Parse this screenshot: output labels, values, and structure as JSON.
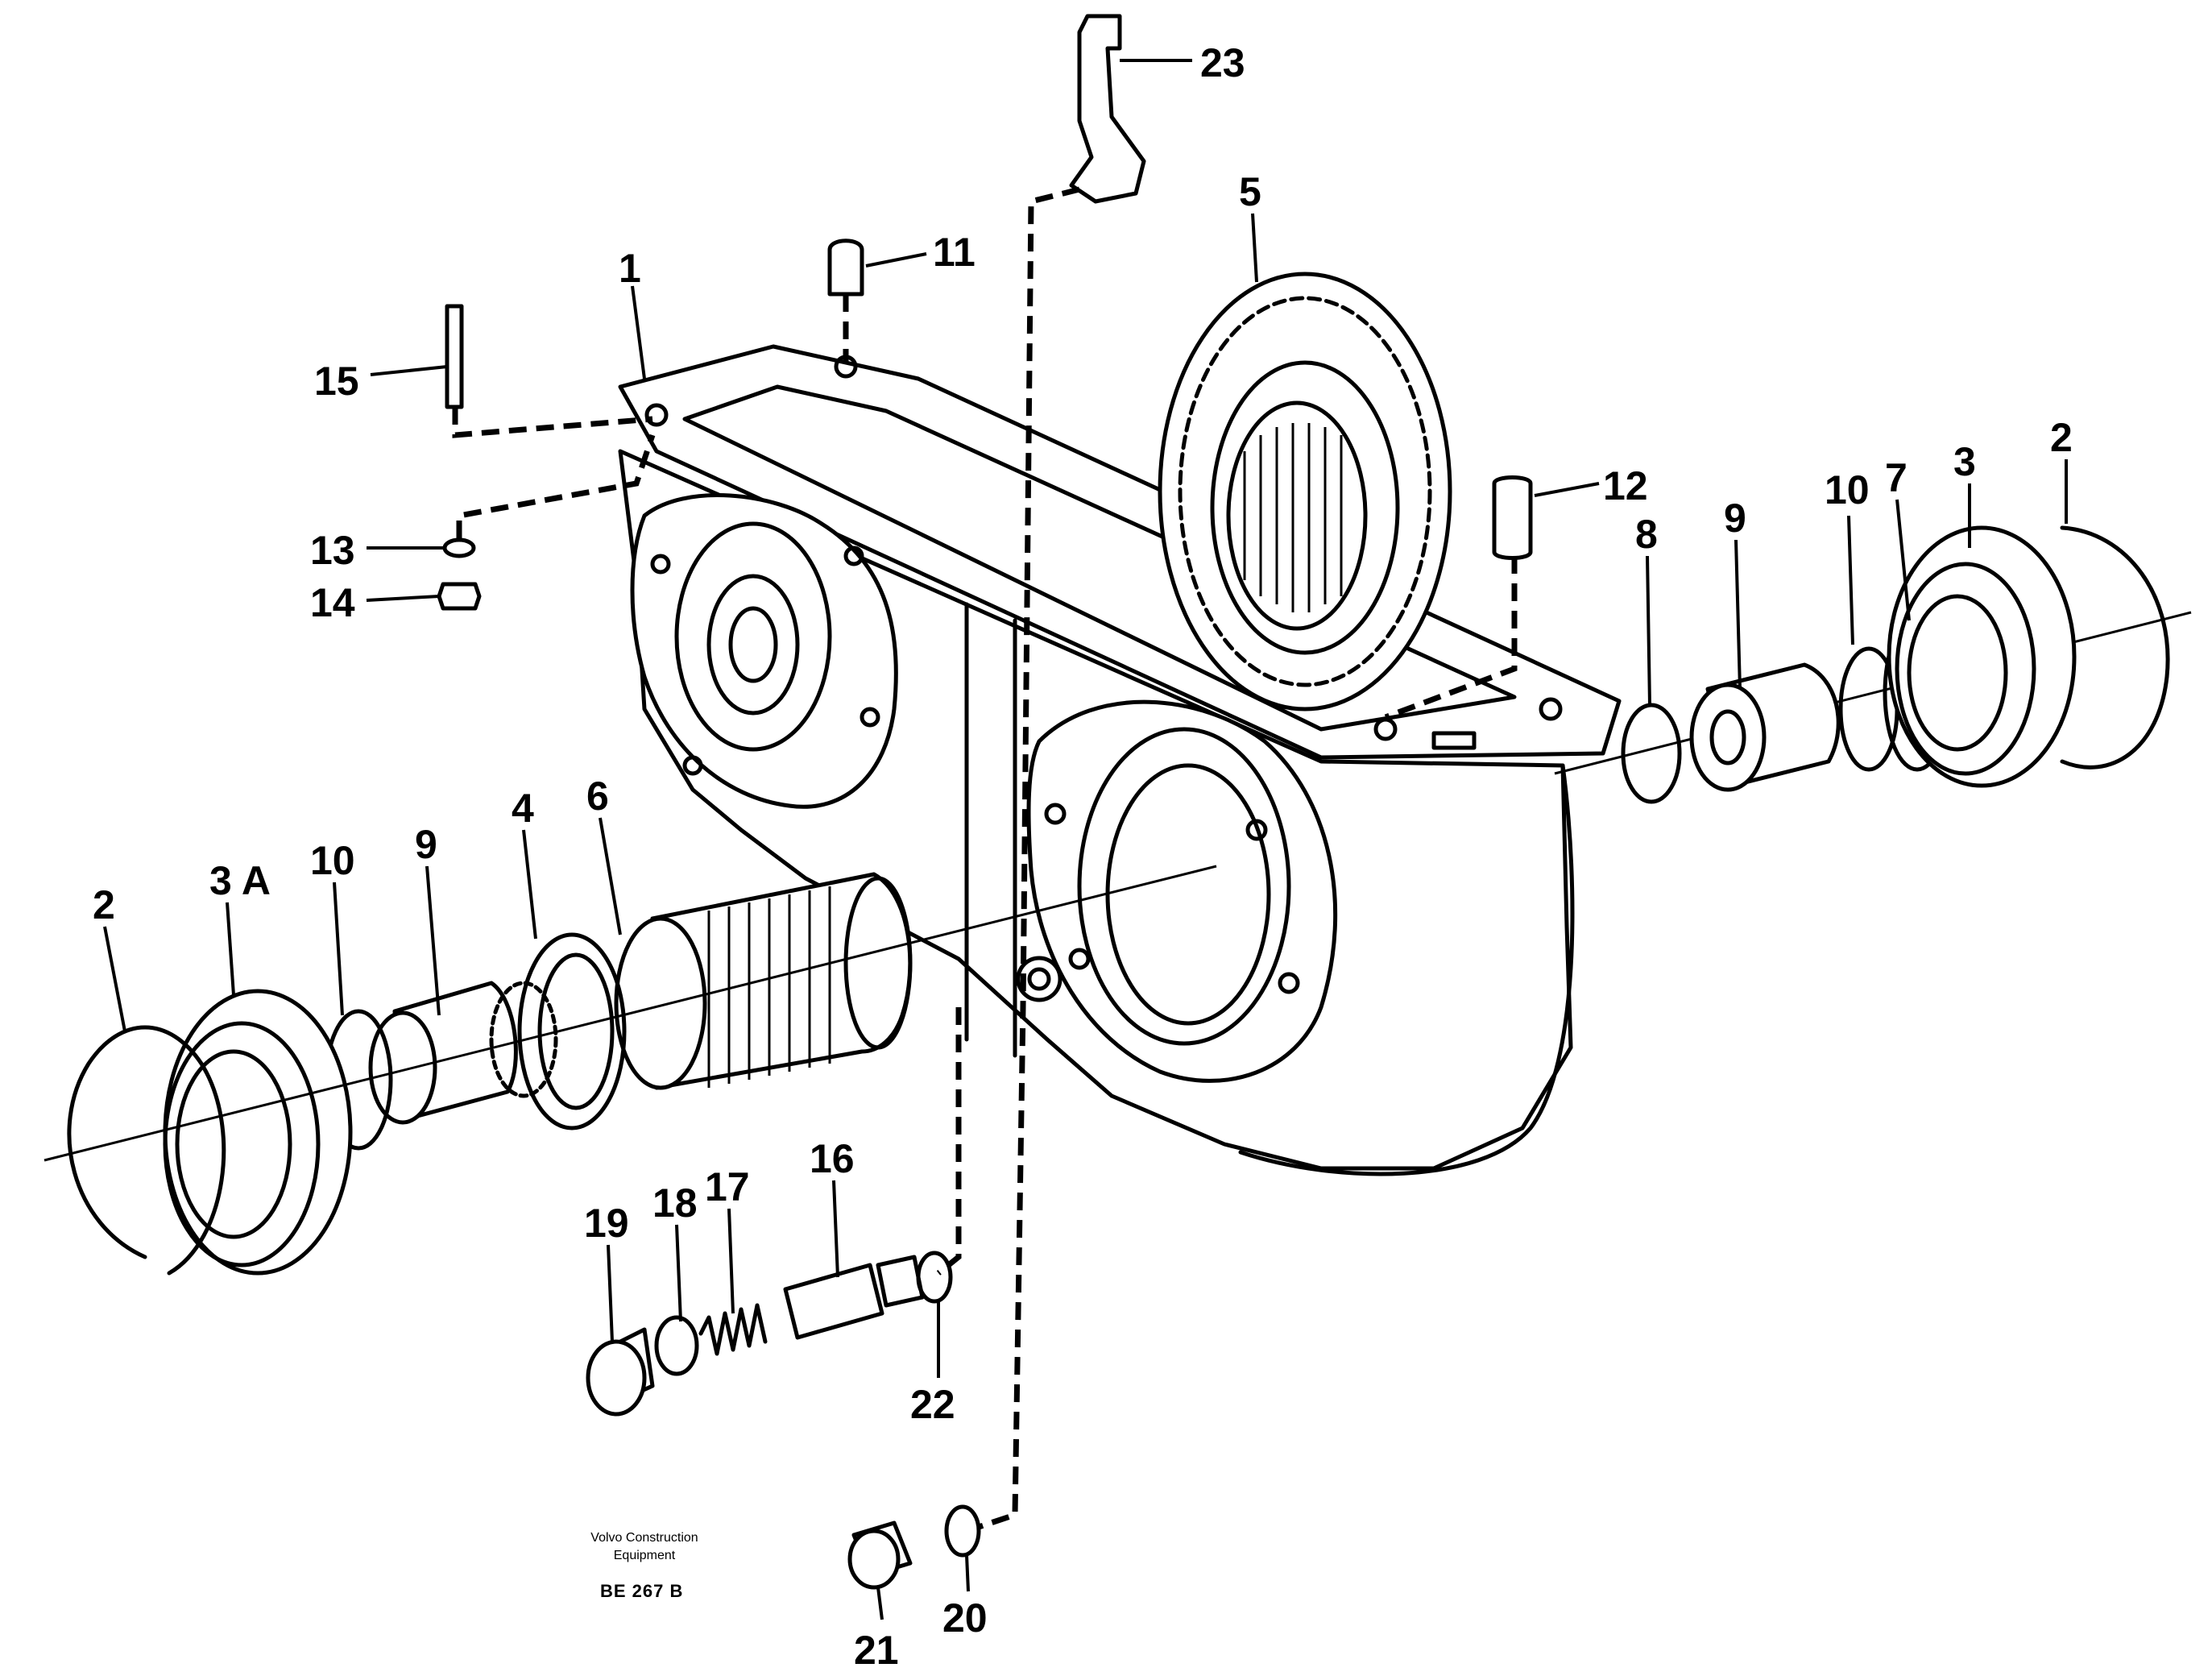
{
  "callouts": {
    "c1": "1",
    "c2_right": "2",
    "c2_left": "2",
    "c3": "3",
    "c3a": "3 A",
    "c4": "4",
    "c5": "5",
    "c6": "6",
    "c7": "7",
    "c8": "8",
    "c9_right": "9",
    "c9_left": "9",
    "c10_right": "10",
    "c10_left": "10",
    "c11": "11",
    "c12": "12",
    "c13": "13",
    "c14": "14",
    "c15": "15",
    "c16": "16",
    "c17": "17",
    "c18": "18",
    "c19": "19",
    "c20": "20",
    "c21": "21",
    "c22": "22",
    "c23": "23"
  },
  "footer": {
    "company_line1": "Volvo Construction",
    "company_line2": "Equipment",
    "drawing_code": "BE 267 B"
  }
}
